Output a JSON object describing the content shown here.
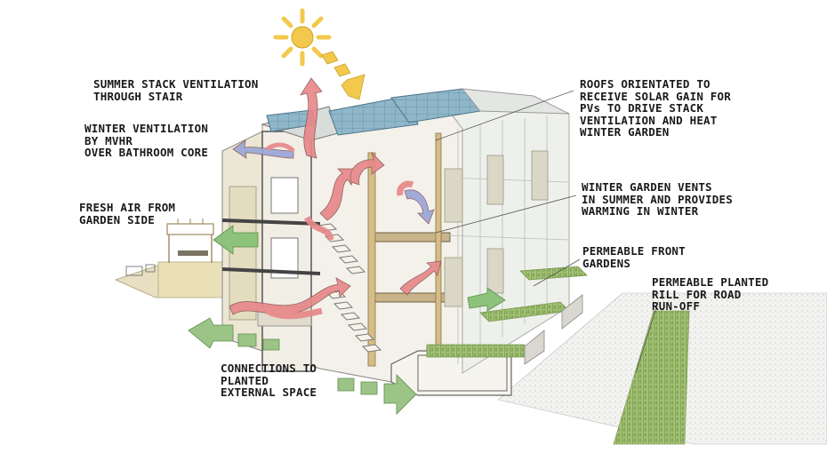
{
  "labels": {
    "summer_stack": [
      "SUMMER STACK VENTILATION",
      "THROUGH STAIR"
    ],
    "winter_ventilation": [
      "WINTER VENTILATION",
      "BY MVHR",
      "OVER BATHROOM CORE"
    ],
    "fresh_air": [
      "FRESH AIR FROM",
      "GARDEN SIDE"
    ],
    "roofs": [
      "ROOFS ORIENTATED TO",
      "RECEIVE SOLAR GAIN FOR",
      "PVs TO DRIVE STACK",
      "VENTILATION AND HEAT",
      "WINTER GARDEN"
    ],
    "winter_garden_vents": [
      "WINTER GARDEN VENTS",
      "IN SUMMER AND PROVIDES",
      "WARMING IN WINTER"
    ],
    "permeable_gardens": [
      "PERMEABLE FRONT",
      "GARDENS"
    ],
    "planted_rill": [
      "PERMEABLE PLANTED",
      "RILL FOR ROAD",
      "RUN-OFF"
    ],
    "connections": [
      "CONNECTIONS TO",
      "PLANTED",
      "EXTERNAL SPACE"
    ]
  },
  "icons": {
    "sun": "sun-icon",
    "solar_arrow": "dashed-arrow-icon",
    "air_arrow": "airflow-arrow-icon"
  },
  "colors": {
    "sun": "#f2c94c",
    "warm_air": "#e8888a",
    "cool_air": "#9aa6d8",
    "fresh_air": "#7fb86a",
    "pv_panel": "#8fb7c9",
    "wall": "#f4f1ea",
    "timber": "#d9c08f",
    "grass": "#9bbf6a",
    "leader": "#555555"
  }
}
